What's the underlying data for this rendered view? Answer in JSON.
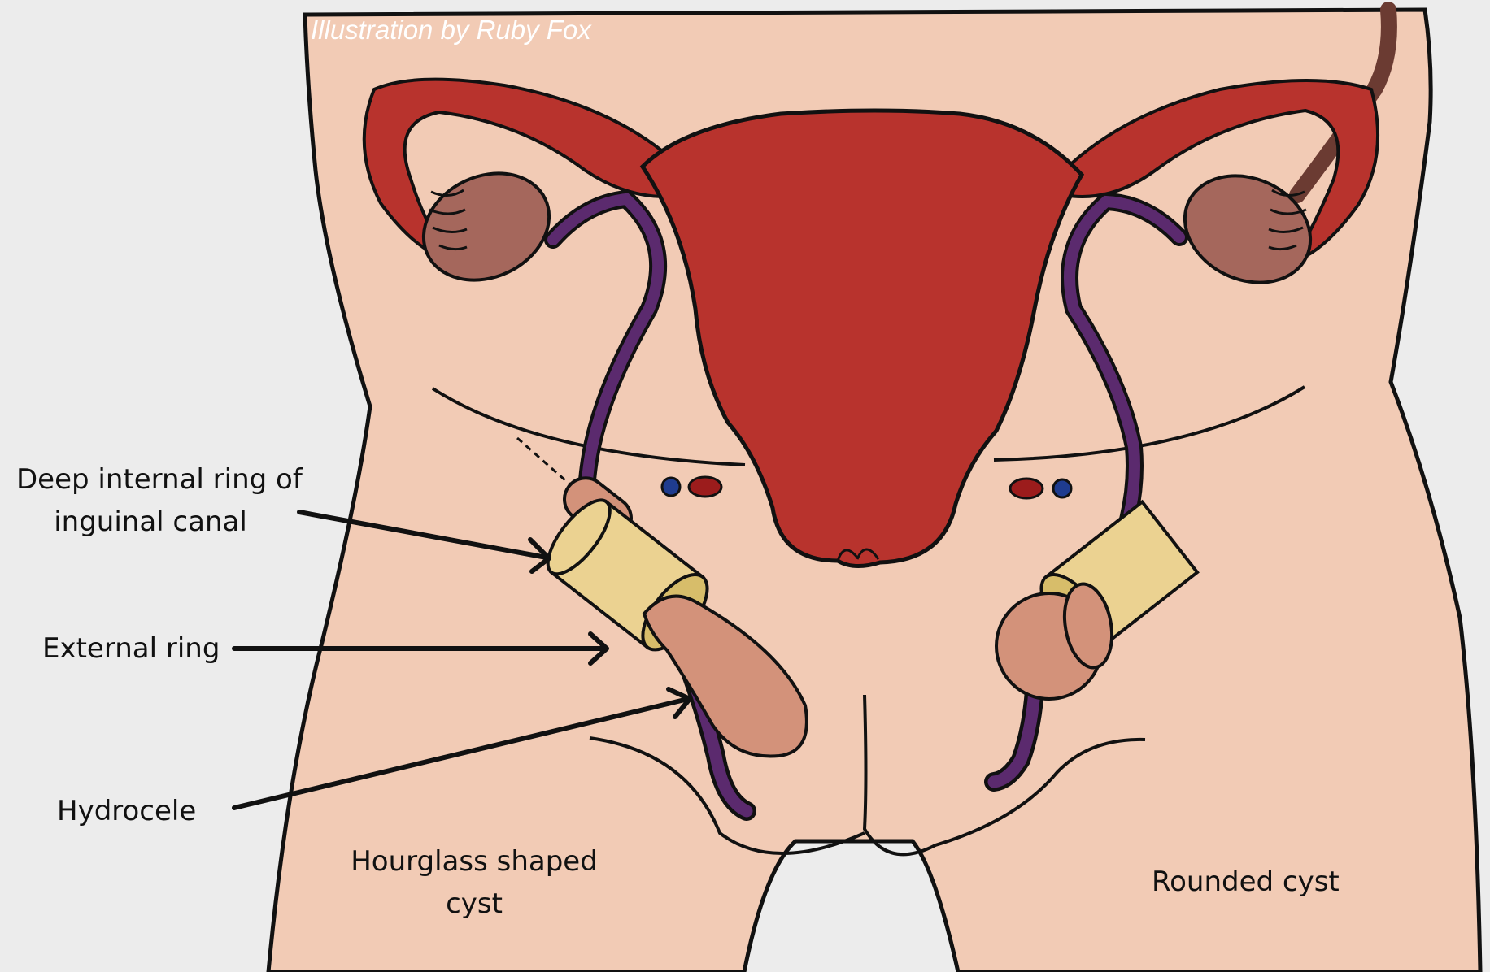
{
  "credit": "Illustration by Ruby Fox",
  "labels": {
    "deep_ring_line1": "Deep internal ring of",
    "deep_ring_line2": "inguinal canal",
    "external_ring": "External ring",
    "hydrocele": "Hydrocele",
    "hourglass_line1": "Hourglass shaped",
    "hourglass_line2": "cyst",
    "rounded": "Rounded cyst"
  },
  "colors": {
    "background": "#ececec",
    "skin": "#f2cbb5",
    "uterus": "#b8332d",
    "ovary": "#a5675c",
    "round_ligament": "#5b2a6e",
    "sac": "#ebd291",
    "cyst": "#d3927a",
    "artery": "#9c1c1c",
    "vein": "#1f3c8f"
  }
}
